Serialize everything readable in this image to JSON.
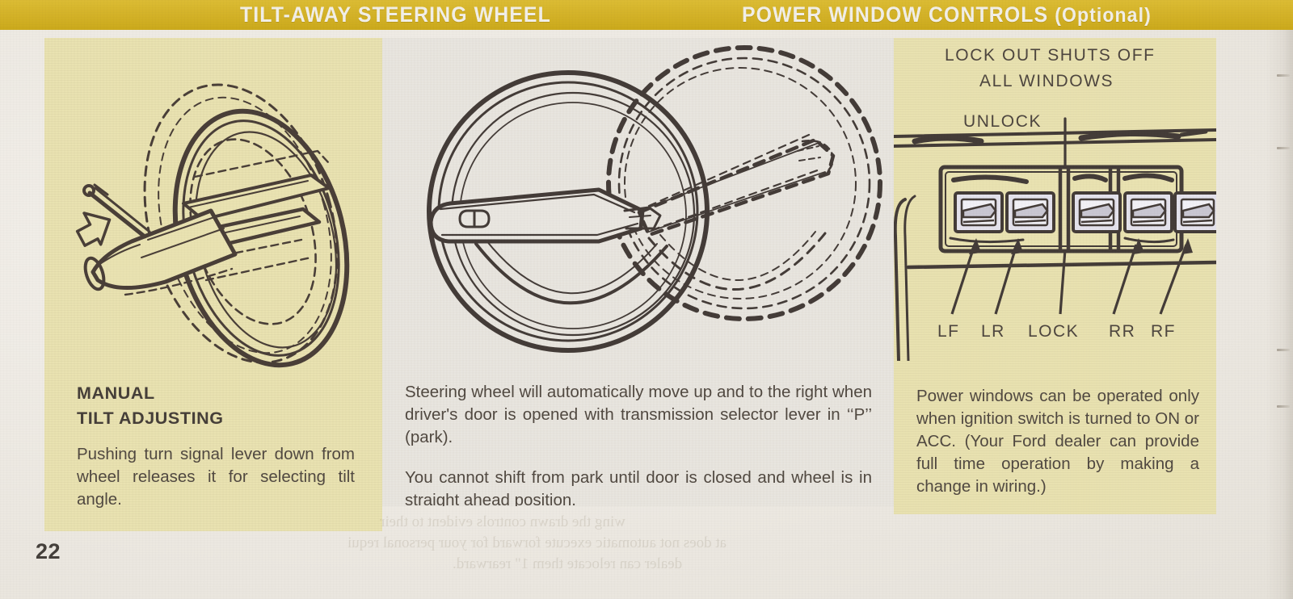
{
  "header": {
    "left_title": "TILT-AWAY STEERING WHEEL",
    "right_title": "POWER WINDOW CONTROLS",
    "right_title_optional": "(Optional)",
    "background_color": "#d8b41d",
    "text_color": "#f2efe8"
  },
  "page": {
    "number": "22",
    "background_color": "#efece6",
    "panel_yellow": "#e9e2b1",
    "panel_gray": "#e9e6e0",
    "ink_color": "#4a423c"
  },
  "left_panel": {
    "illustration_name": "tilt-away-steering-wheel-manual-illustration",
    "heading_line1": "MANUAL",
    "heading_line2": "TILT ADJUSTING",
    "body": "Pushing turn signal lever down from wheel releases it for selecting tilt angle."
  },
  "middle_panel": {
    "illustration_name": "steering-wheel-swing-away-illustration",
    "paragraph1": "Steering wheel will automatically move up and to the right when driver's door is opened with transmission selector lever in ‘‘P’’ (park).",
    "paragraph2": "You cannot shift from park until door is closed and wheel is in straight ahead position."
  },
  "right_panel": {
    "illustration_name": "power-window-switch-panel-illustration",
    "callout_line1": "LOCK OUT SHUTS OFF",
    "callout_line2": "ALL WINDOWS",
    "callout_unlock": "UNLOCK",
    "switch_labels": [
      "LF",
      "LR",
      "LOCK",
      "RR",
      "RF"
    ],
    "body": "Power windows can be operated only when ignition switch is turned to ON or ACC. (Your Ford dealer can provide full time operation by making a change in wiring.)"
  },
  "bleed_through": {
    "line1": "wing the drawn controls evident to their",
    "line2": "at does not automatic execute forward for your personal requi",
    "line3": "dealer can relocate them 1\" rearward."
  }
}
